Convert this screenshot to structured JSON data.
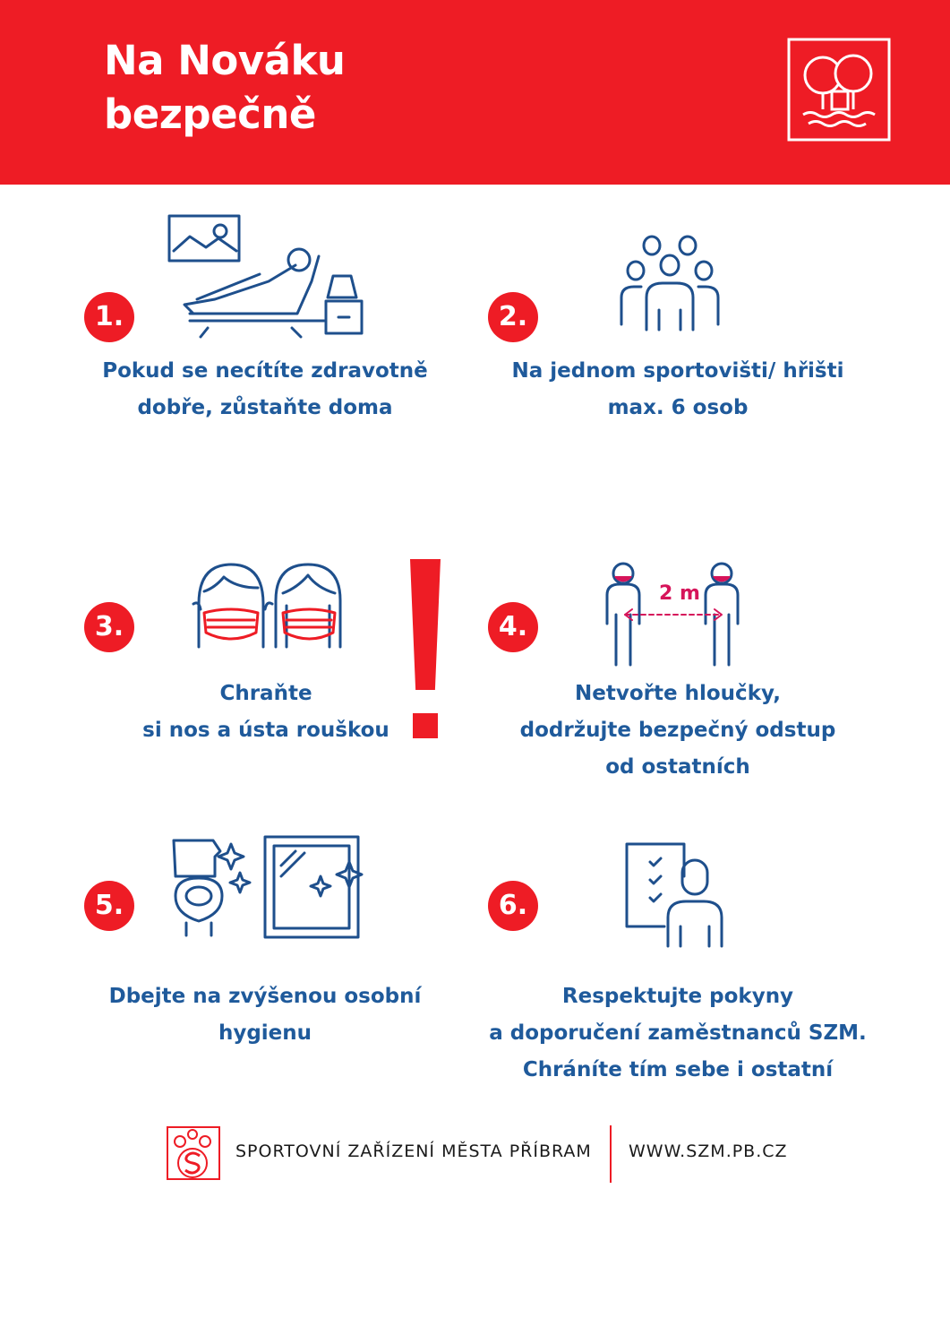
{
  "header": {
    "title_lines": [
      "Na Nováku",
      "bezpečně"
    ],
    "logo_icon": "park-trees-logo-icon"
  },
  "rules": [
    {
      "number": "1.",
      "icon": "sick-person-resting-icon",
      "lines": [
        "Pokud se necítíte zdravotně",
        "dobře, zůstaňte doma"
      ]
    },
    {
      "number": "2.",
      "icon": "group-of-people-icon",
      "lines": [
        "Na jednom sportovišti/ hřišti",
        "max. 6 osob"
      ]
    },
    {
      "number": "3.",
      "icon": "face-mask-icon",
      "lines": [
        "Chraňte",
        "si nos a ústa rouškou"
      ]
    },
    {
      "number": "4.",
      "icon": "social-distance-icon",
      "distance_label": "2 m",
      "lines": [
        "Netvořte hloučky,",
        "dodržujte bezpečný odstup",
        "od ostatních"
      ]
    },
    {
      "number": "5.",
      "icon": "hygiene-toilet-window-icon",
      "lines": [
        "Dbejte na zvýšenou osobní",
        "hygienu"
      ]
    },
    {
      "number": "6.",
      "icon": "staff-checklist-icon",
      "lines": [
        "Respektujte pokyny",
        "a doporučení zaměstnanců SZM.",
        "Chráníte tím sebe i ostatní"
      ]
    }
  ],
  "footer": {
    "organization": "SPORTOVNÍ ZAŘÍZENÍ MĚSTA PŘÍBRAM",
    "url": "WWW.SZM.PB.CZ"
  },
  "colors": {
    "red": "#ee1c25",
    "blue_text": "#1f5a9b",
    "icon_blue": "#1e4f8c",
    "magenta": "#d6145a"
  }
}
